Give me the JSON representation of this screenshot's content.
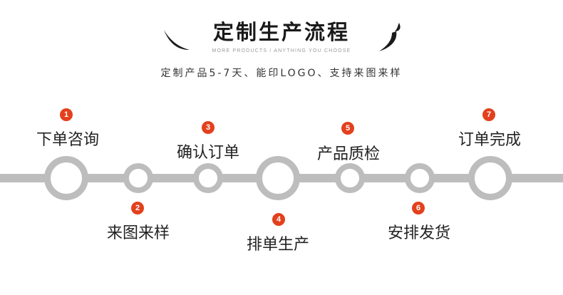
{
  "header": {
    "title": "定制生产流程",
    "subtitle_en": "MORE PRODUCTS / ANYTHING YOU CHOOSE",
    "subtitle_cn": "定制产品5-7天、能印LOGO、支持来图来样"
  },
  "steps": [
    {
      "number": "1",
      "label": "下单咨询"
    },
    {
      "number": "2",
      "label": "来图来样"
    },
    {
      "number": "3",
      "label": "确认订单"
    },
    {
      "number": "4",
      "label": "排单生产"
    },
    {
      "number": "5",
      "label": "产品质检"
    },
    {
      "number": "6",
      "label": "安排发货"
    },
    {
      "number": "7",
      "label": "订单完成"
    }
  ],
  "colors": {
    "accent": "#e3401d",
    "line": "#bdbdbd"
  }
}
